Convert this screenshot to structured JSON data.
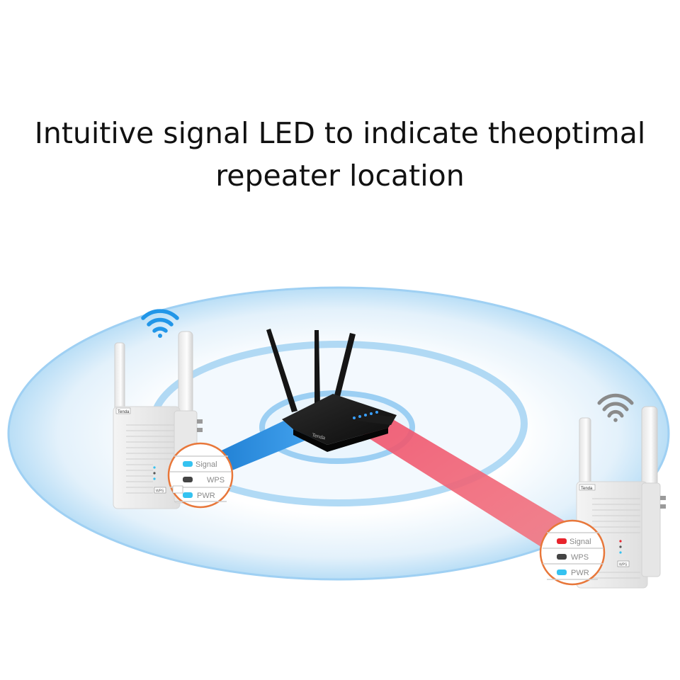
{
  "headline": {
    "line1": "Intuitive signal LED to indicate theoptimal",
    "line2": "repeater location"
  },
  "router": {
    "brand": "Tenda"
  },
  "repeater_left": {
    "brand": "Tenda",
    "button": "WPS",
    "wifi_icon_color": "#2196e8",
    "link_color": "#2a8ee0",
    "leds": [
      {
        "label": "Signal",
        "color": "#35c2f0"
      },
      {
        "label": "WPS",
        "color": "#444444"
      },
      {
        "label": "PWR",
        "color": "#35c2f0"
      }
    ]
  },
  "repeater_right": {
    "brand": "Tenda",
    "button": "WPS",
    "wifi_icon_color": "#8a8a8a",
    "link_color": "#f0606a",
    "leds": [
      {
        "label": "Signal",
        "color": "#e8242c"
      },
      {
        "label": "WPS",
        "color": "#444444"
      },
      {
        "label": "PWR",
        "color": "#35c2f0"
      }
    ]
  }
}
